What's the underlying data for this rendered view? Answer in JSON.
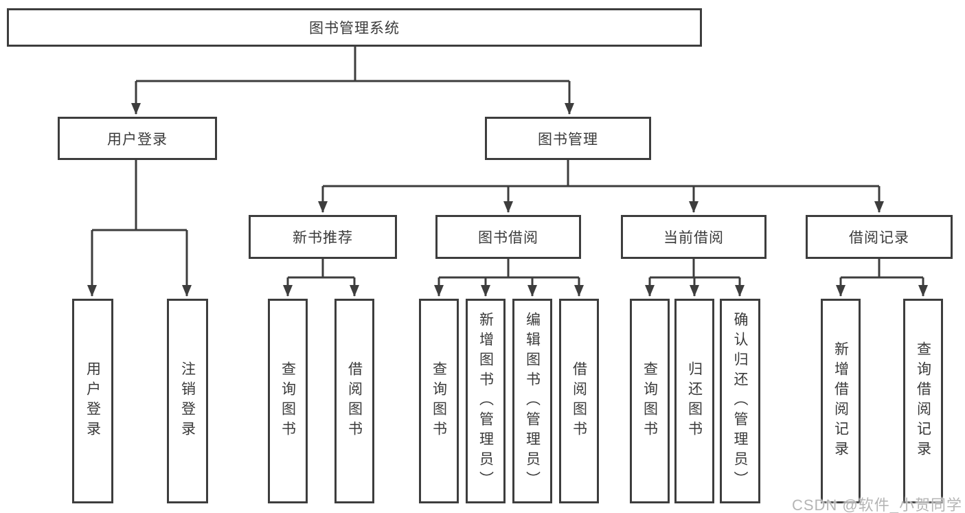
{
  "title": "图书管理系统",
  "watermark": {
    "text": "CSDN @软件_小贺同学"
  },
  "colors": {
    "line": "#3d3d3d",
    "text": "#3a3a3a",
    "watermark": "#b5b5b5",
    "background": "#ffffff"
  },
  "tree": {
    "root": {
      "label": "图书管理系统"
    },
    "branches": [
      {
        "label": "用户登录",
        "children": [
          {
            "label": "用户登录"
          },
          {
            "label": "注销登录"
          }
        ]
      },
      {
        "label": "图书管理",
        "children": [
          {
            "label": "新书推荐",
            "children": [
              {
                "label": "查询图书"
              },
              {
                "label": "借阅图书"
              }
            ]
          },
          {
            "label": "图书借阅",
            "children": [
              {
                "label": "查询图书"
              },
              {
                "label": "新增图书（管理员）"
              },
              {
                "label": "编辑图书（管理员）"
              },
              {
                "label": "借阅图书"
              }
            ]
          },
          {
            "label": "当前借阅",
            "children": [
              {
                "label": "查询图书"
              },
              {
                "label": "归还图书"
              },
              {
                "label": "确认归还（管理员）"
              }
            ]
          },
          {
            "label": "借阅记录",
            "children": [
              {
                "label": "新增借阅记录"
              },
              {
                "label": "查询借阅记录"
              }
            ]
          }
        ]
      }
    ]
  }
}
